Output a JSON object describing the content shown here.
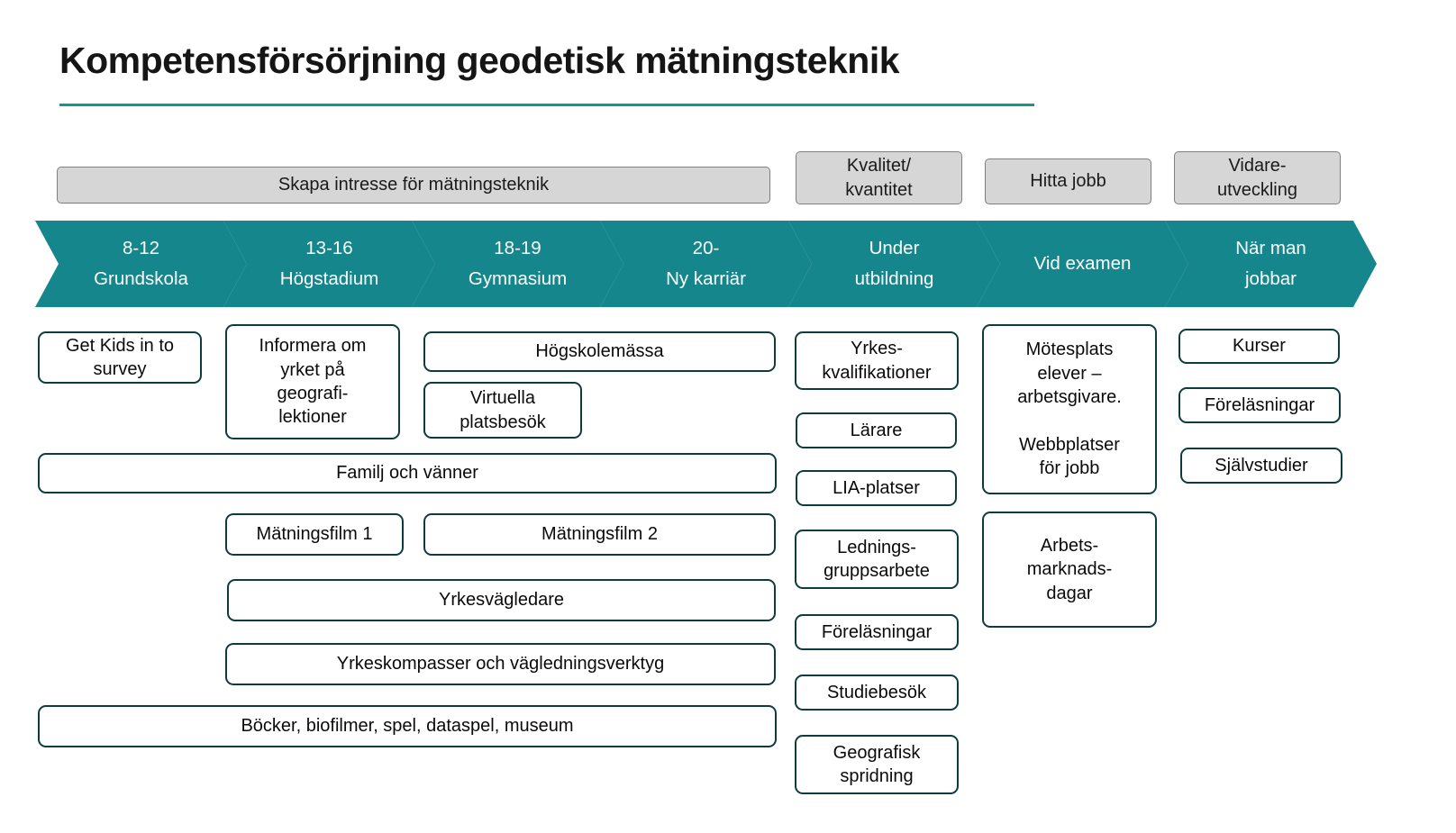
{
  "title": "Kompetensförsörjning geodetisk mätningsteknik",
  "colors": {
    "teal": "#15868C",
    "underline": "#12998C",
    "box_border": "#0D3C40",
    "gray_fill": "#D6D6D6",
    "gray_border": "#7F7F7F"
  },
  "headers": {
    "skapa_intresse": "Skapa intresse för mätningsteknik",
    "kvalitet_kvantitet": "Kvalitet/\nkvantitet",
    "hitta_jobb": "Hitta jobb",
    "vidareutveckling": "Vidare-\nutveckling"
  },
  "arrows": {
    "grundskola": "8-12\nGrundskola",
    "hogstadium": "13-16\nHögstadium",
    "gymnasium": "18-19\nGymnasium",
    "ny_karriar": "20-\nNy karriär",
    "under_utbildning": "Under\nutbildning",
    "vid_examen": "Vid examen",
    "nar_man_jobbar": "När man\njobbar"
  },
  "boxes": {
    "get_kids": "Get Kids in to\nsurvey",
    "informera": "Informera om\nyrket på\ngeografi-\nlektioner",
    "hogskolemassa": "Högskolemässa",
    "virtuella_platsbesok": "Virtuella\nplatsbesök",
    "familj_och_vanner": "Familj och vänner",
    "matningsfilm_1": "Mätningsfilm 1",
    "matningsfilm_2": "Mätningsfilm 2",
    "yrkesvagledare": "Yrkesvägledare",
    "yrkeskompasser": "Yrkeskompasser och vägledningsverktyg",
    "bocker": "Böcker, biofilmer, spel, dataspel, museum",
    "yrkeskvalifikationer": "Yrkes-\nkvalifikationer",
    "larare": "Lärare",
    "lia_platser": "LIA-platser",
    "ledningsgruppsarbete": "Lednings-\ngruppsarbete",
    "forelasningar_utbildning": "Föreläsningar",
    "studiebesok": "Studiebesök",
    "geografisk_spridning": "Geografisk\nspridning",
    "motesplats": "Mötesplats\nelever –\narbetsgivare.\n\nWebbplatser\nför jobb",
    "arbetsmarknadsdagar": "Arbets-\nmarknads-\ndagar",
    "kurser": "Kurser",
    "forelasningar_jobb": "Föreläsningar",
    "sjalvstudier": "Självstudier"
  }
}
